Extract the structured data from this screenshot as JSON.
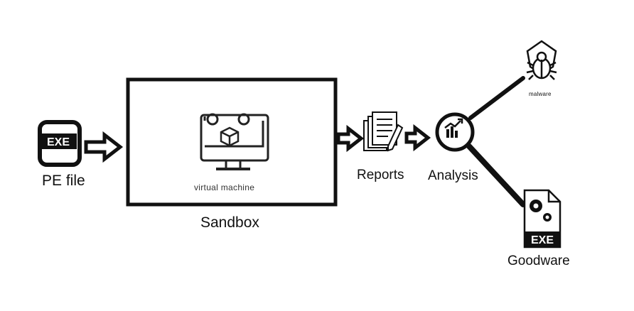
{
  "diagram": {
    "nodes": {
      "pe_file": {
        "badge": "EXE",
        "label": "PE file"
      },
      "sandbox": {
        "inner_label": "virtual machine",
        "label": "Sandbox"
      },
      "reports": {
        "label": "Reports"
      },
      "analysis": {
        "label": "Analysis"
      },
      "malware": {
        "label": "malware"
      },
      "goodware": {
        "badge": "EXE",
        "label": "Goodware"
      }
    },
    "edges": [
      {
        "from": "pe_file",
        "to": "sandbox"
      },
      {
        "from": "sandbox",
        "to": "reports"
      },
      {
        "from": "reports",
        "to": "analysis"
      },
      {
        "from": "analysis",
        "to": "malware"
      },
      {
        "from": "analysis",
        "to": "goodware"
      }
    ]
  }
}
